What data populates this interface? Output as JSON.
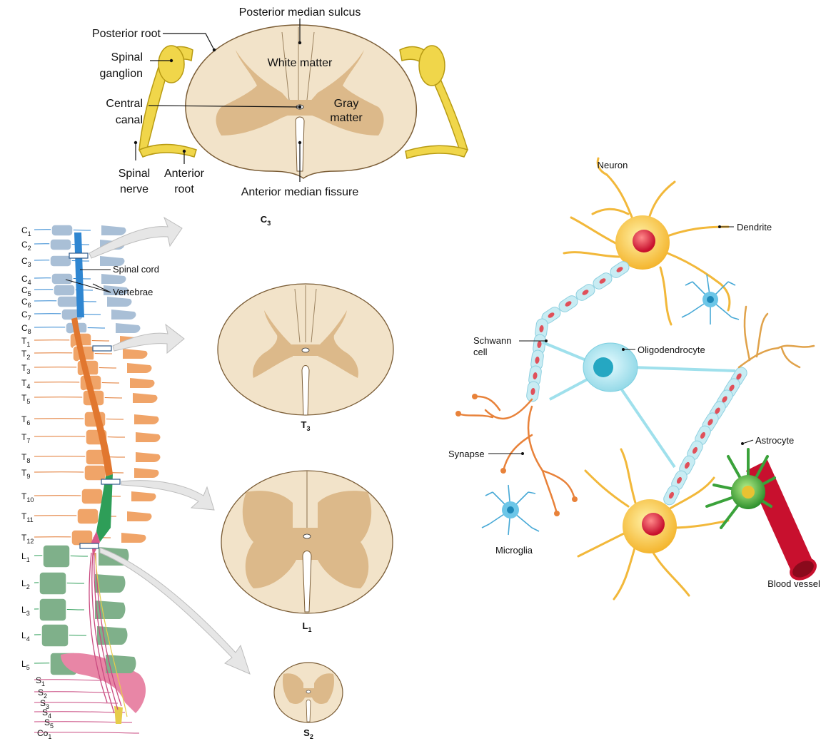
{
  "cross_section_c3": {
    "labels": {
      "posterior_median_sulcus": "Posterior median sulcus",
      "posterior_root": "Posterior root",
      "spinal_ganglion_1": "Spinal",
      "spinal_ganglion_2": "ganglion",
      "white_matter": "White matter",
      "central_canal_1": "Central",
      "central_canal_2": "canal",
      "gray_matter_1": "Gray",
      "gray_matter_2": "matter",
      "spinal_nerve_1": "Spinal",
      "spinal_nerve_2": "nerve",
      "anterior_root_1": "Anterior",
      "anterior_root_2": "root",
      "anterior_median_fissure": "Anterior median fissure"
    },
    "section": {
      "letter": "C",
      "sub": "3"
    }
  },
  "spine": {
    "labels": {
      "spinal_cord": "Spinal cord",
      "vertebrae": "Vertebrae"
    },
    "cervical": [
      {
        "l": "C",
        "s": "1"
      },
      {
        "l": "C",
        "s": "2"
      },
      {
        "l": "C",
        "s": "3"
      },
      {
        "l": "C",
        "s": "4"
      },
      {
        "l": "C",
        "s": "5"
      },
      {
        "l": "C",
        "s": "6"
      },
      {
        "l": "C",
        "s": "7"
      },
      {
        "l": "C",
        "s": "8"
      }
    ],
    "thoracic": [
      {
        "l": "T",
        "s": "1"
      },
      {
        "l": "T",
        "s": "2"
      },
      {
        "l": "T",
        "s": "3"
      },
      {
        "l": "T",
        "s": "4"
      },
      {
        "l": "T",
        "s": "5"
      },
      {
        "l": "T",
        "s": "6"
      },
      {
        "l": "T",
        "s": "7"
      },
      {
        "l": "T",
        "s": "8"
      },
      {
        "l": "T",
        "s": "9"
      },
      {
        "l": "T",
        "s": "10"
      },
      {
        "l": "T",
        "s": "11"
      },
      {
        "l": "T",
        "s": "12"
      }
    ],
    "lumbar": [
      {
        "l": "L",
        "s": "1"
      },
      {
        "l": "L",
        "s": "2"
      },
      {
        "l": "L",
        "s": "3"
      },
      {
        "l": "L",
        "s": "4"
      },
      {
        "l": "L",
        "s": "5"
      }
    ],
    "sacral": [
      {
        "l": "S",
        "s": "1"
      },
      {
        "l": "S",
        "s": "2"
      },
      {
        "l": "S",
        "s": "3"
      },
      {
        "l": "S",
        "s": "4"
      },
      {
        "l": "S",
        "s": "5"
      },
      {
        "l": "Co",
        "s": "1"
      }
    ]
  },
  "sections": [
    {
      "letter": "T",
      "sub": "3"
    },
    {
      "letter": "L",
      "sub": "1"
    },
    {
      "letter": "S",
      "sub": "2"
    }
  ],
  "glia": {
    "labels": {
      "neuron": "Neuron",
      "dendrite": "Dendrite",
      "schwann_1": "Schwann",
      "schwann_2": "cell",
      "oligodendrocyte": "Oligodendrocyte",
      "synapse": "Synapse",
      "astrocyte": "Astrocyte",
      "microglia": "Microglia",
      "blood_vessel": "Blood vessel"
    }
  },
  "colors": {
    "tissue_white": "#f2e3c9",
    "tissue_gray": "#dcb98a",
    "ganglion_yellow": "#f0d64a",
    "cervical_blue": "#a9bfd6",
    "thoracic_orange": "#f0a468",
    "lumbar_green": "#7fb08a",
    "sacral_pink": "#e886a6",
    "neuron_yellow": "#f6c343",
    "myelin_blue": "#c8ecf3",
    "astrocyte_green": "#3aa23a",
    "vessel_red": "#c8102e"
  }
}
